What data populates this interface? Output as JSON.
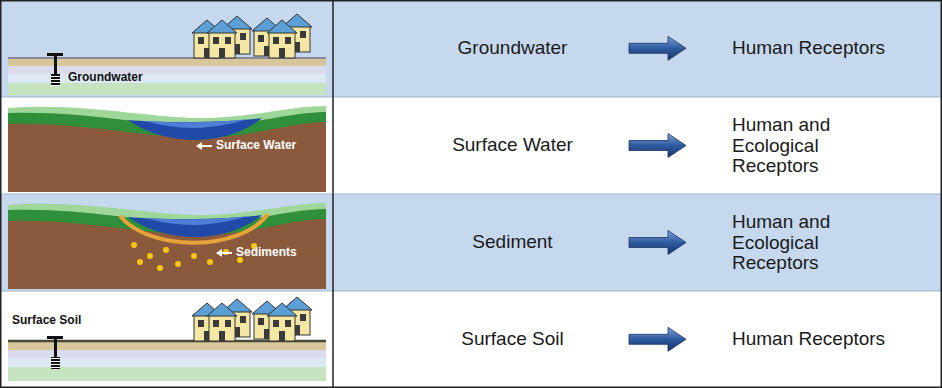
{
  "diagram": {
    "nodes": [
      {
        "text": [
          "Groundwater"
        ]
      },
      {
        "text": [
          "Human Receptors"
        ]
      },
      {
        "text": [
          "Surface Water"
        ]
      },
      {
        "text": [
          "Human and Ecological Receptors"
        ]
      },
      {
        "text": [
          "Sediment"
        ]
      },
      {
        "text": [
          "Human and Ecological Receptors"
        ]
      },
      {
        "text": [
          "Surface Soil"
        ]
      },
      {
        "text": [
          "Human Receptors"
        ]
      }
    ],
    "edges": [
      {
        "from": 0,
        "to": 1,
        "arrow": "to"
      },
      {
        "from": 2,
        "to": 3,
        "arrow": "to"
      },
      {
        "from": 4,
        "to": 5,
        "arrow": "to"
      },
      {
        "from": 6,
        "to": 7,
        "arrow": "to"
      }
    ],
    "labels": [
      "Groundwater",
      "Surface Water",
      "Sediments",
      "Surface Soil"
    ]
  }
}
